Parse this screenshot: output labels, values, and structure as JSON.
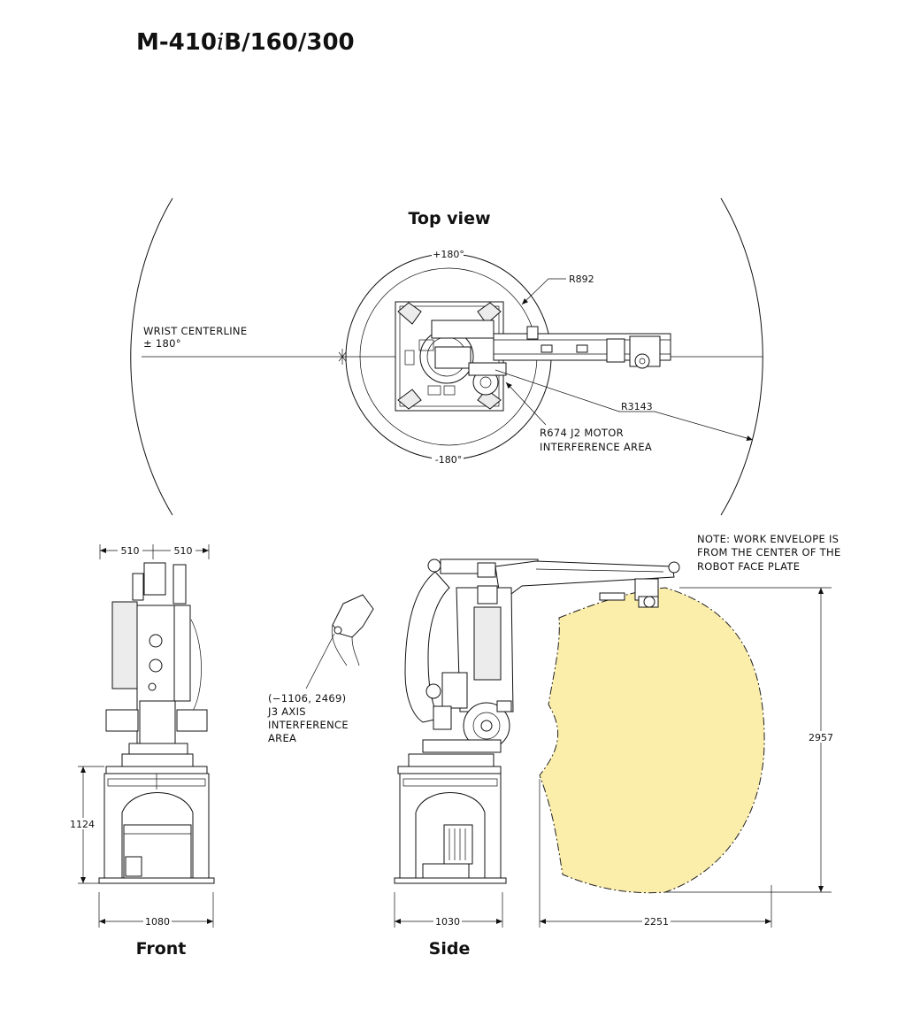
{
  "title": {
    "prefix": "M-410",
    "italic": "i",
    "suffix": "B/160/300"
  },
  "views": {
    "top": "Top view",
    "front": "Front",
    "side": "Side"
  },
  "top_view": {
    "angle_top": "+180°",
    "angle_bottom": "-180°",
    "r892": "R892",
    "r3143": "R3143",
    "wrist_line1": "WRIST CENTERLINE",
    "wrist_line2": "± 180°",
    "r674_line1": "R674 J2 MOTOR",
    "r674_line2": "INTERFERENCE AREA"
  },
  "front_view": {
    "dim_left": "510",
    "dim_right": "510",
    "dim_height": "1124",
    "dim_width": "1080"
  },
  "side_view": {
    "note_line1": "NOTE:  WORK ENVELOPE IS",
    "note_line2": "FROM THE CENTER OF THE",
    "note_line3": "ROBOT FACE PLATE",
    "j3_line1": "(−1106, 2469)",
    "j3_line2": "J3 AXIS",
    "j3_line3": "INTERFERENCE",
    "j3_line4": "AREA",
    "dim_base": "1030",
    "dim_reach": "2251",
    "dim_height": "2957"
  },
  "colors": {
    "envelope_fill": "#fbedaa",
    "line": "#111111"
  }
}
